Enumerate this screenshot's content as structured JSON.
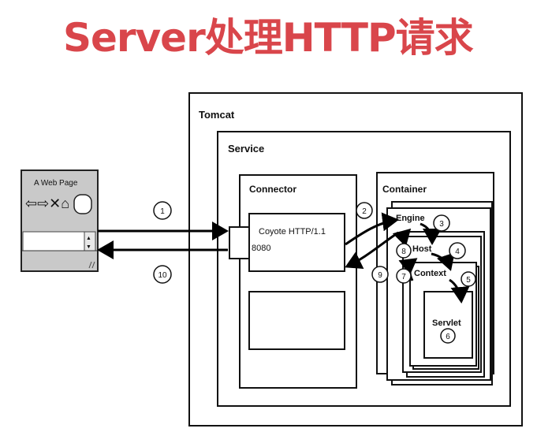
{
  "title": "Server处理HTTP请求",
  "browser": {
    "caption": "A Web Page",
    "nav_symbols": "⇦⇨✕⌂",
    "scroll_arrows": "▲▼"
  },
  "boxes": {
    "tomcat": "Tomcat",
    "service": "Service",
    "connector": "Connector",
    "container": "Container",
    "coyote": "Coyote HTTP/1.1",
    "port": "8080",
    "engine": "Engine",
    "host": "Host",
    "context": "Context",
    "servlet": "Servlet"
  },
  "steps": [
    "1",
    "2",
    "3",
    "4",
    "5",
    "6",
    "7",
    "8",
    "9",
    "10"
  ]
}
